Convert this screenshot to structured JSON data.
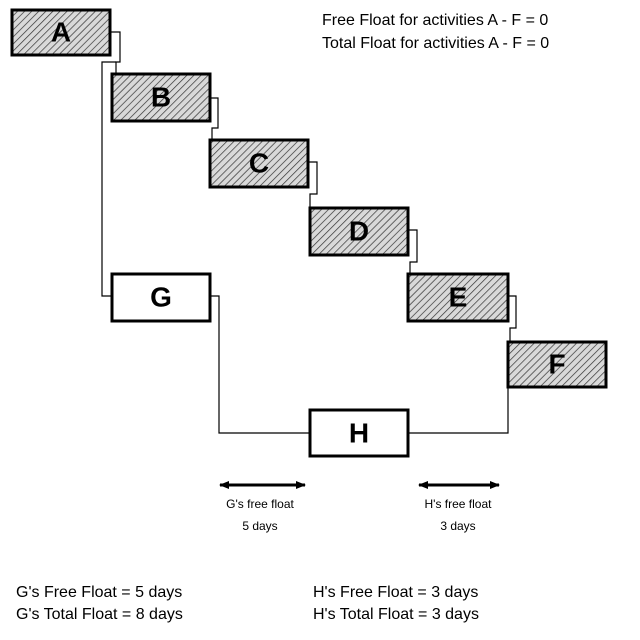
{
  "header": {
    "line1": "Free Float for activities A - F = 0",
    "line2": "Total Float for activities A - F = 0"
  },
  "activities": [
    {
      "id": "A",
      "label": "A",
      "critical": true
    },
    {
      "id": "B",
      "label": "B",
      "critical": true
    },
    {
      "id": "C",
      "label": "C",
      "critical": true
    },
    {
      "id": "D",
      "label": "D",
      "critical": true
    },
    {
      "id": "E",
      "label": "E",
      "critical": true
    },
    {
      "id": "F",
      "label": "F",
      "critical": true
    },
    {
      "id": "G",
      "label": "G",
      "critical": false
    },
    {
      "id": "H",
      "label": "H",
      "critical": false
    }
  ],
  "float_spans": {
    "g": {
      "title": "G's free float",
      "duration": "5 days"
    },
    "h": {
      "title": "H's free float",
      "duration": "3 days"
    }
  },
  "summary": {
    "g_free": "G's Free Float = 5 days",
    "g_total": "G's Total Float = 8 days",
    "h_free": "H's Free Float = 3 days",
    "h_total": "H's Total Float = 3 days"
  },
  "colors": {
    "critical_fill": "#d9d9d9",
    "hatch": "#333333",
    "noncritical_fill": "#ffffff",
    "stroke": "#000000"
  }
}
